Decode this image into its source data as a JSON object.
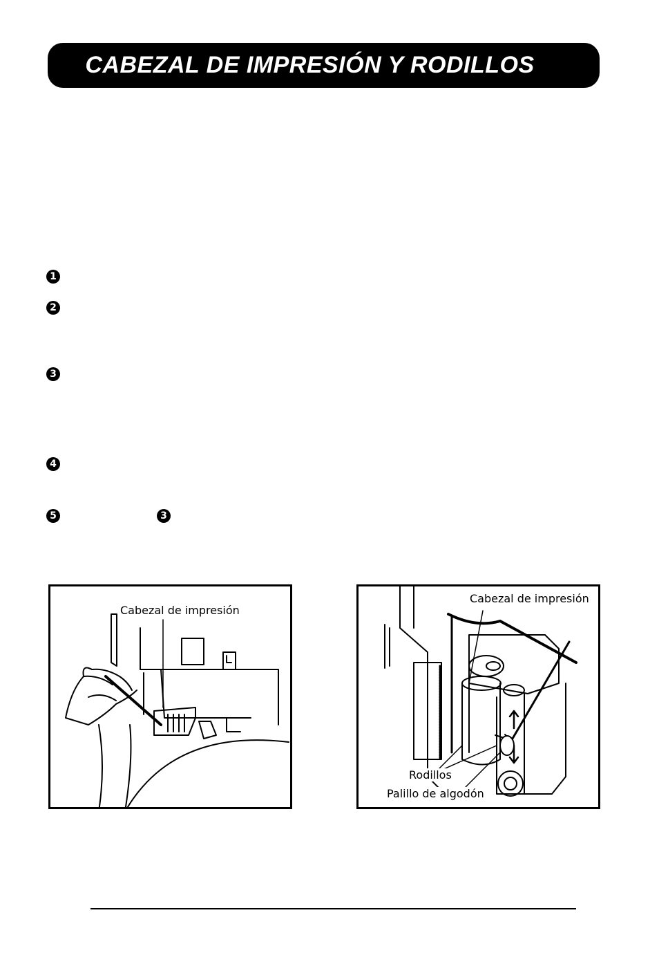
{
  "header": {
    "title": "CABEZAL DE IMPRESIÓN Y RODILLOS"
  },
  "steps": [
    {
      "marker": "1"
    },
    {
      "marker": "2"
    },
    {
      "marker": "3"
    },
    {
      "marker": "4"
    },
    {
      "marker": "5",
      "ref_marker": "3"
    }
  ],
  "figures": {
    "left": {
      "label_head": "Cabezal de impresión"
    },
    "right": {
      "label_head": "Cabezal de impresión",
      "label_rollers": "Rodillos",
      "label_swab": "Palillo de algodón"
    }
  }
}
